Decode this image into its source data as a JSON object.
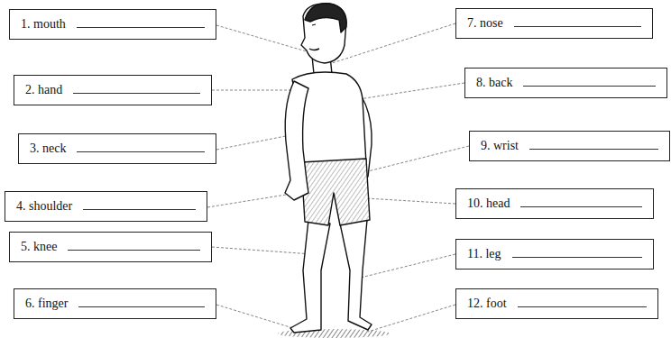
{
  "diagram": {
    "nodes": [
      {
        "text": [
          "1. mouth"
        ]
      },
      {
        "text": [
          "2. hand"
        ]
      },
      {
        "text": [
          "3. neck"
        ]
      },
      {
        "text": [
          "4. shoulder"
        ]
      },
      {
        "text": [
          "5. knee"
        ]
      },
      {
        "text": [
          "6. finger"
        ]
      },
      {
        "text": [
          "7. nose"
        ]
      },
      {
        "text": [
          "8. back"
        ]
      },
      {
        "text": [
          "9. wrist"
        ]
      },
      {
        "text": [
          "10. head"
        ]
      },
      {
        "text": [
          "11. leg"
        ]
      },
      {
        "text": [
          "12. foot"
        ]
      }
    ]
  }
}
